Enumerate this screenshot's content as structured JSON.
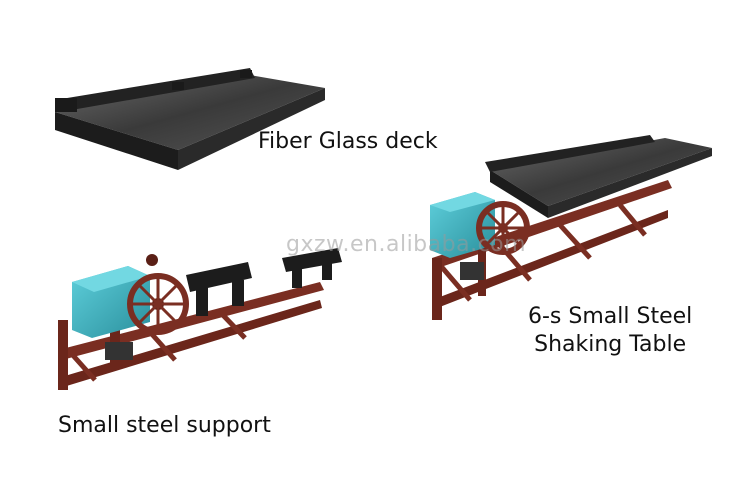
{
  "labels": {
    "deck": "Fiber Glass deck",
    "table_line1": "6-s Small Steel",
    "table_line2": "Shaking Table",
    "support": "Small steel support"
  },
  "watermark": "gxzw.en.alibaba.com",
  "colors": {
    "background": "#ffffff",
    "deck_black": "#1c1c1c",
    "deck_surface": "#4a4a4a",
    "frame_red": "#7a2e22",
    "motor_cyan": "#3fb3c0"
  }
}
